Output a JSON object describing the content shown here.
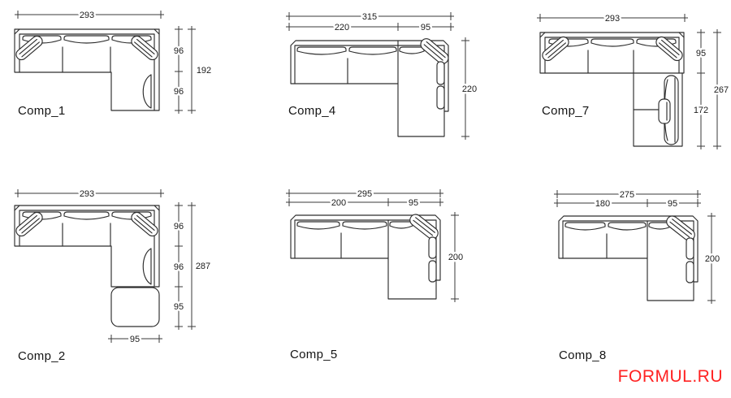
{
  "watermark": {
    "text": "FORMUL.RU",
    "color": "#ff2222"
  },
  "colors": {
    "line": "#2d2d2d",
    "dimension": "#3a3a3a",
    "text": "#1c1c1c"
  },
  "compositions": {
    "comp1": {
      "label": "Comp_1",
      "width_total": "293",
      "depth_seat": "96",
      "depth_chaise": "96",
      "depth_total": "192"
    },
    "comp4": {
      "label": "Comp_4",
      "width_total": "315",
      "width_body": "220",
      "width_chaise": "95",
      "depth_total": "220"
    },
    "comp7": {
      "label": "Comp_7",
      "width_total": "293",
      "depth_seat": "95",
      "depth_extension": "172",
      "depth_total": "267"
    },
    "comp2": {
      "label": "Comp_2",
      "width_total": "293",
      "depth_seat": "96",
      "depth_chaise": "96",
      "depth_ottoman": "95",
      "depth_total": "287",
      "width_ottoman": "95"
    },
    "comp5": {
      "label": "Comp_5",
      "width_total": "295",
      "width_body": "200",
      "width_chaise": "95",
      "depth_total": "200"
    },
    "comp8": {
      "label": "Comp_8",
      "width_total": "275",
      "width_body": "180",
      "width_chaise": "95",
      "depth_total": "200"
    }
  }
}
